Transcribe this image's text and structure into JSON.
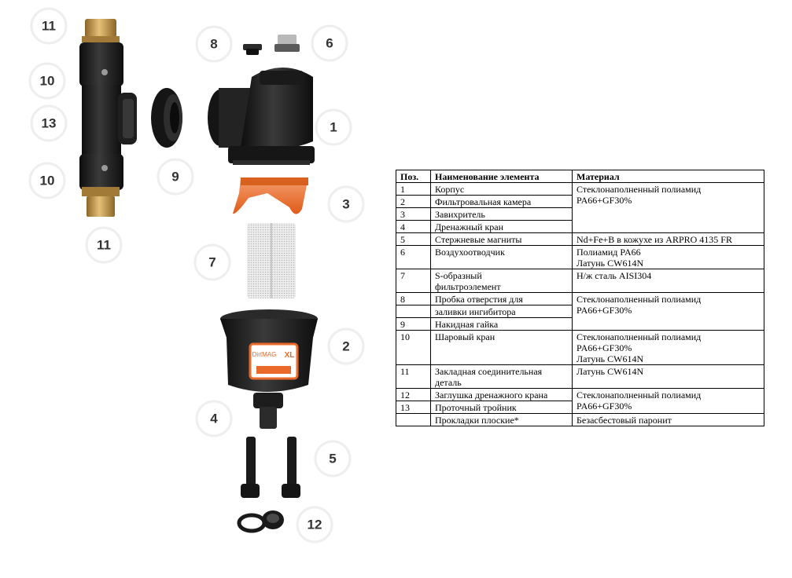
{
  "callouts": [
    "11",
    "10",
    "13",
    "10",
    "11",
    "8",
    "6",
    "1",
    "9",
    "3",
    "7",
    "2",
    "4",
    "5",
    "12"
  ],
  "table": {
    "headers": [
      "Поз.",
      "Наименование элемента",
      "Материал"
    ],
    "rows": [
      {
        "pos": "1",
        "name": [
          "Корпус"
        ],
        "material": [
          "Стеклонаполненный полиамид",
          "PA66+GF30%"
        ]
      },
      {
        "pos": "2",
        "name": [
          "Фильтровальная камера"
        ],
        "material": []
      },
      {
        "pos": "3",
        "name": [
          "Завихритель"
        ],
        "material": []
      },
      {
        "pos": "4",
        "name": [
          "Дренажный кран"
        ],
        "material": []
      },
      {
        "pos": "5",
        "name": [
          "Стержневые магниты"
        ],
        "material": [
          "Nd+Fe+B в кожухе из ARPRO 4135 FR"
        ]
      },
      {
        "pos": "6",
        "name": [
          "Воздухоотводчик"
        ],
        "material": [
          "Полиамид PA66",
          "Латунь CW614N"
        ]
      },
      {
        "pos": "7",
        "name": [
          "S-образный",
          "фильтроэлемент"
        ],
        "material": [
          "Н/ж сталь AISI304"
        ]
      },
      {
        "pos": "8",
        "name": [
          "Пробка отверстия для"
        ],
        "material": [
          "Стеклонаполненный полиамид",
          "PA66+GF30%"
        ]
      },
      {
        "pos": "",
        "name": [
          "заливки ингибитора"
        ],
        "material": []
      },
      {
        "pos": "9",
        "name": [
          "Накидная гайка"
        ],
        "material": []
      },
      {
        "pos": "10",
        "name": [
          "Шаровый кран"
        ],
        "material": [
          "Стеклонаполненный полиамид",
          "PA66+GF30%",
          "Латунь CW614N"
        ]
      },
      {
        "pos": "11",
        "name": [
          "Закладная соединительная",
          "деталь"
        ],
        "material": [
          "Латунь CW614N"
        ]
      },
      {
        "pos": "12",
        "name": [
          "Заглушка дренажного крана"
        ],
        "material": [
          "Стеклонаполненный полиамид",
          "PA66+GF30%"
        ]
      },
      {
        "pos": "13",
        "name": [
          "Проточный тройник"
        ],
        "material": []
      },
      {
        "pos": "",
        "name": [
          "Прокладки плоские*"
        ],
        "material": [
          "Безасбестовый паронит"
        ]
      }
    ]
  },
  "badge": {
    "brand": "DirtMAG",
    "model": "XL"
  },
  "colors": {
    "body": "#1c1c1c",
    "brass": "#c49a4c",
    "orange": "#e8692a",
    "mesh": "#d8d8d8"
  }
}
